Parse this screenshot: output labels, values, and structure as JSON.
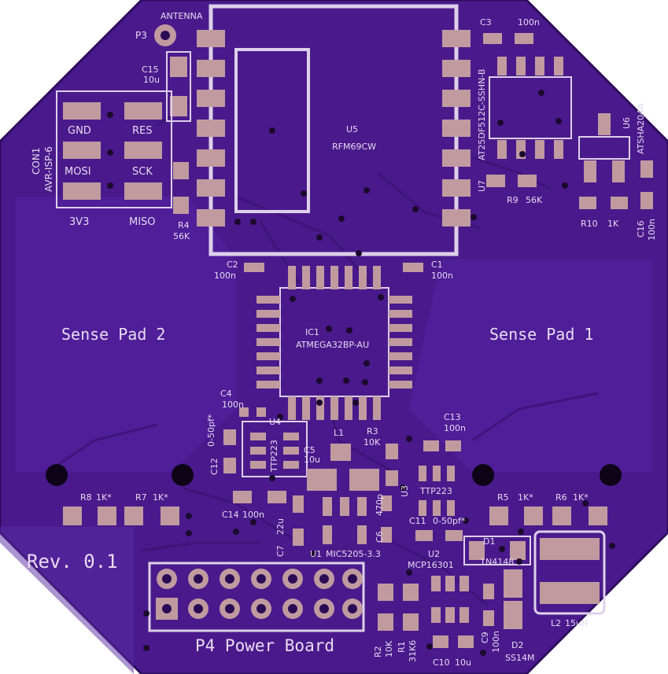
{
  "board": {
    "colors": {
      "pcb": "#4a1a8c",
      "pcb_edge": "#2d0d5e",
      "pad": "#c19aa0",
      "silk": "#e6d8ee",
      "trace": "#5a2aa0",
      "via": "#1a0a2e"
    },
    "revision": "Rev. 0.1"
  },
  "labels": {
    "antenna": "ANTENNA",
    "p3": "P3",
    "c15": "C15",
    "c15_val": "10u",
    "c3": "C3",
    "c3_val": "100n",
    "con1": "CON1",
    "con1_type": "AVR-ISP-6",
    "gnd": "GND",
    "res": "RES",
    "mosi": "MOSI",
    "sck": "SCK",
    "v33": "3V3",
    "miso": "MISO",
    "r4": "R4",
    "r4_val": "56K",
    "u5": "U5",
    "u5_part": "RFM69CW",
    "u7": "U7",
    "u7_part": "AT25DF512C-SSHN-B",
    "r9": "R9",
    "r9_val": "56K",
    "u6": "U6",
    "u6_part": "ATSHA204A",
    "r10": "R10",
    "r10_val": "1K",
    "c16": "C16",
    "c16_val": "100n",
    "c2": "C2",
    "c2_val": "100n",
    "c1": "C1",
    "c1_val": "100n",
    "sense2": "Sense Pad 2",
    "sense1": "Sense Pad 1",
    "ic1": "IC1",
    "ic1_part": "ATMEGA32BP-AU",
    "c4": "C4",
    "c4_val": "100n",
    "c12": "C12",
    "c12_val": "0-50pf*",
    "u4": "U4",
    "u4_part": "TTP223",
    "l1": "L1",
    "r3": "R3",
    "r3_val": "10K",
    "c5": "C5",
    "c5_val": "10u",
    "c13": "C13",
    "c13_val": "100n",
    "u3": "U3",
    "u3_part": "TTP223",
    "r8": "R8",
    "r8_val": "1K*",
    "r7": "R7",
    "r7_val": "1K*",
    "r5": "R5",
    "r5_val": "1K*",
    "r6": "R6",
    "r6_val": "1K*",
    "c14": "C14",
    "c14_val": "100n",
    "c7": "C7",
    "c7_val": "22u",
    "c6": "C6",
    "c6_val": "470p",
    "c11": "C11",
    "c11_val": "0-50pf*",
    "u1": "U1",
    "u1_part": "MIC5205-3.3",
    "u2": "U2",
    "u2_part": "MCP16301",
    "d1": "D1",
    "d1_part": "1N4148",
    "l2": "L2",
    "l2_val": "15uH",
    "r2": "R2",
    "r2_val": "10K",
    "r1": "R1",
    "r1_val": "31K6",
    "c10": "C10",
    "c10_val": "10u",
    "c9": "C9",
    "c9_val": "100n",
    "d2": "D2",
    "d2_part": "SS14M",
    "p4": "P4 Power Board"
  }
}
